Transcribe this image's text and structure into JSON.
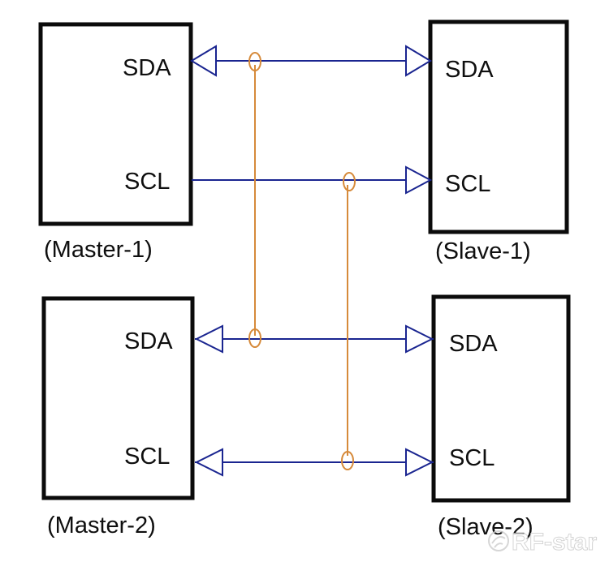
{
  "devices": {
    "master1": {
      "caption": "(Master-1)",
      "pin_top": "SDA",
      "pin_bottom": "SCL"
    },
    "slave1": {
      "caption": "(Slave-1)",
      "pin_top": "SDA",
      "pin_bottom": "SCL"
    },
    "master2": {
      "caption": "(Master-2)",
      "pin_top": "SDA",
      "pin_bottom": "SCL"
    },
    "slave2": {
      "caption": "(Slave-2)",
      "pin_top": "SDA",
      "pin_bottom": "SCL"
    }
  },
  "watermark": {
    "text": "RF-star"
  },
  "colors": {
    "box_border": "#0b0b0b",
    "bus_line": "#1a2590",
    "bus_link": "#d68a3a"
  }
}
